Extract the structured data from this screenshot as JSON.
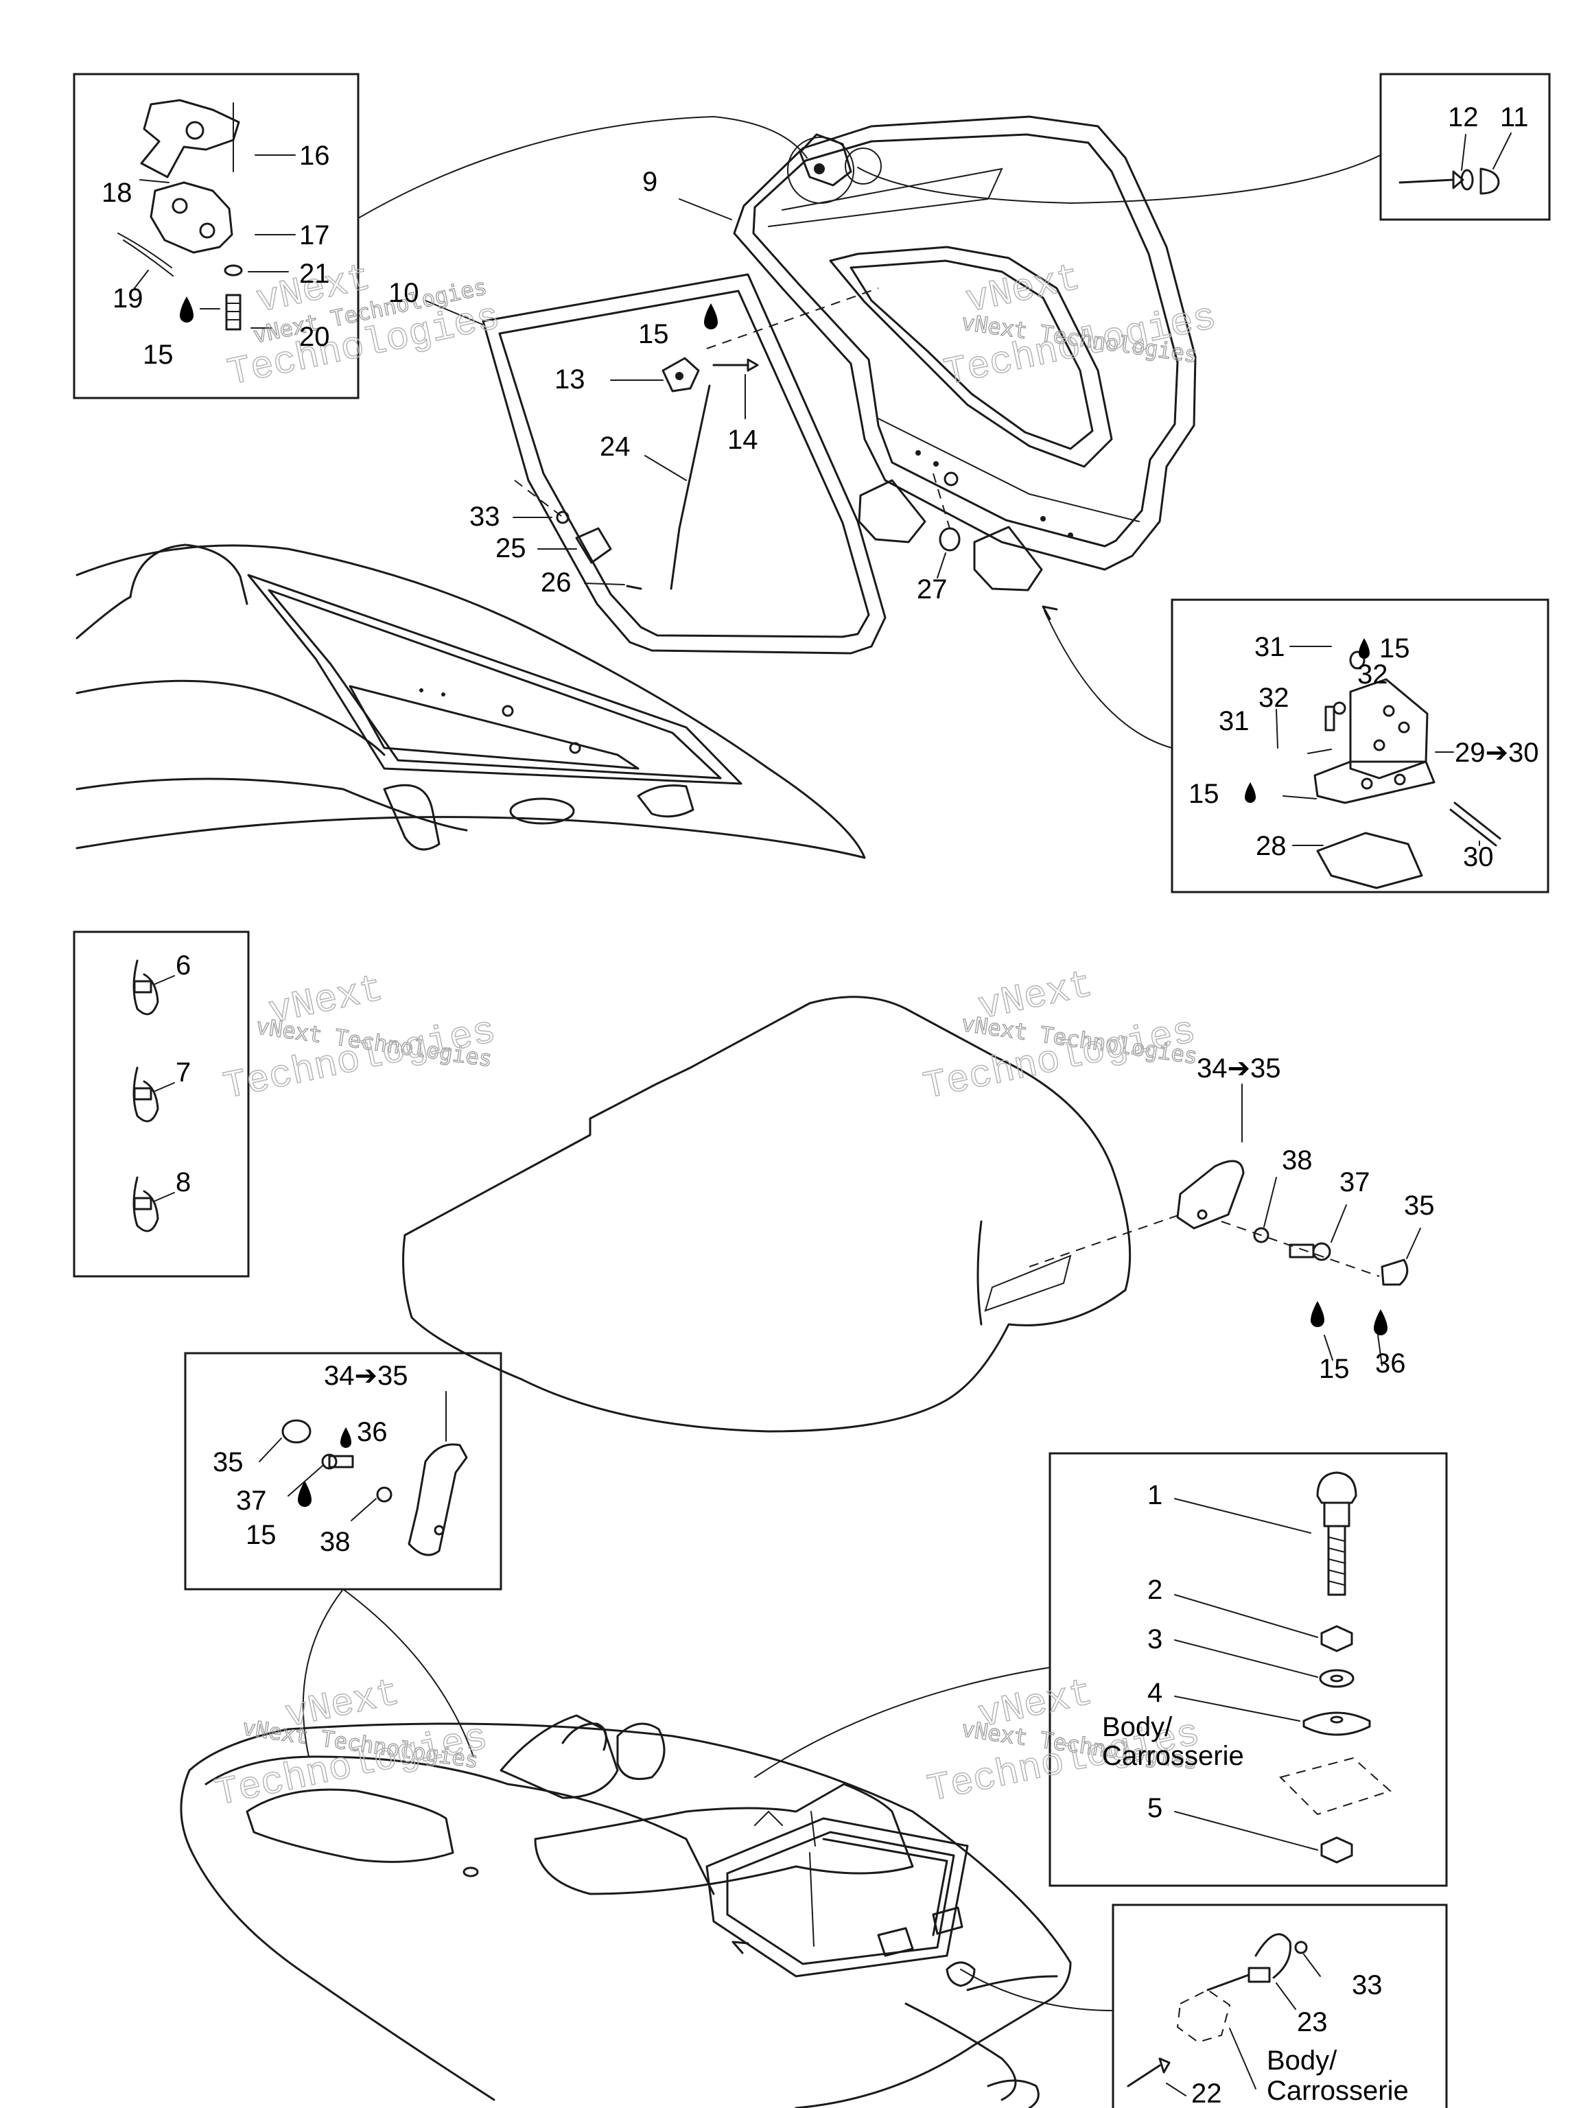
{
  "callouts": {
    "c1": "1",
    "c2": "2",
    "c3": "3",
    "c4": "4",
    "c5": "5",
    "c6": "6",
    "c7": "7",
    "c8": "8",
    "c9": "9",
    "c10": "10",
    "c11": "11",
    "c12": "12",
    "c13": "13",
    "c14": "14",
    "c15a": "15",
    "c15b": "15",
    "c15c": "15",
    "c15d": "15",
    "c15e": "15",
    "c15f": "15",
    "c16": "16",
    "c17": "17",
    "c18": "18",
    "c19": "19",
    "c20": "20",
    "c21": "21",
    "c22": "22",
    "c23": "23",
    "c24": "24",
    "c25": "25",
    "c26": "26",
    "c27": "27",
    "c28": "28",
    "c29": "29➔30",
    "c30": "30",
    "c31a": "31",
    "c31b": "31",
    "c32a": "32",
    "c32b": "32",
    "c33a": "33",
    "c33b": "33",
    "c3435a": "34➔35",
    "c3435b": "34➔35",
    "c35a": "35",
    "c35b": "35",
    "c36a": "36",
    "c36b": "36",
    "c37a": "37",
    "c37b": "37",
    "c38a": "38",
    "c38b": "38"
  },
  "labels": {
    "body_a_line1": "Body/",
    "body_a_line2": "Carrosserie",
    "body_b_line1": "Body/",
    "body_b_line2": "Carrosserie"
  },
  "watermark": {
    "line1": "vNext",
    "line2": "vNext Technologies",
    "line3": "Technologies"
  }
}
